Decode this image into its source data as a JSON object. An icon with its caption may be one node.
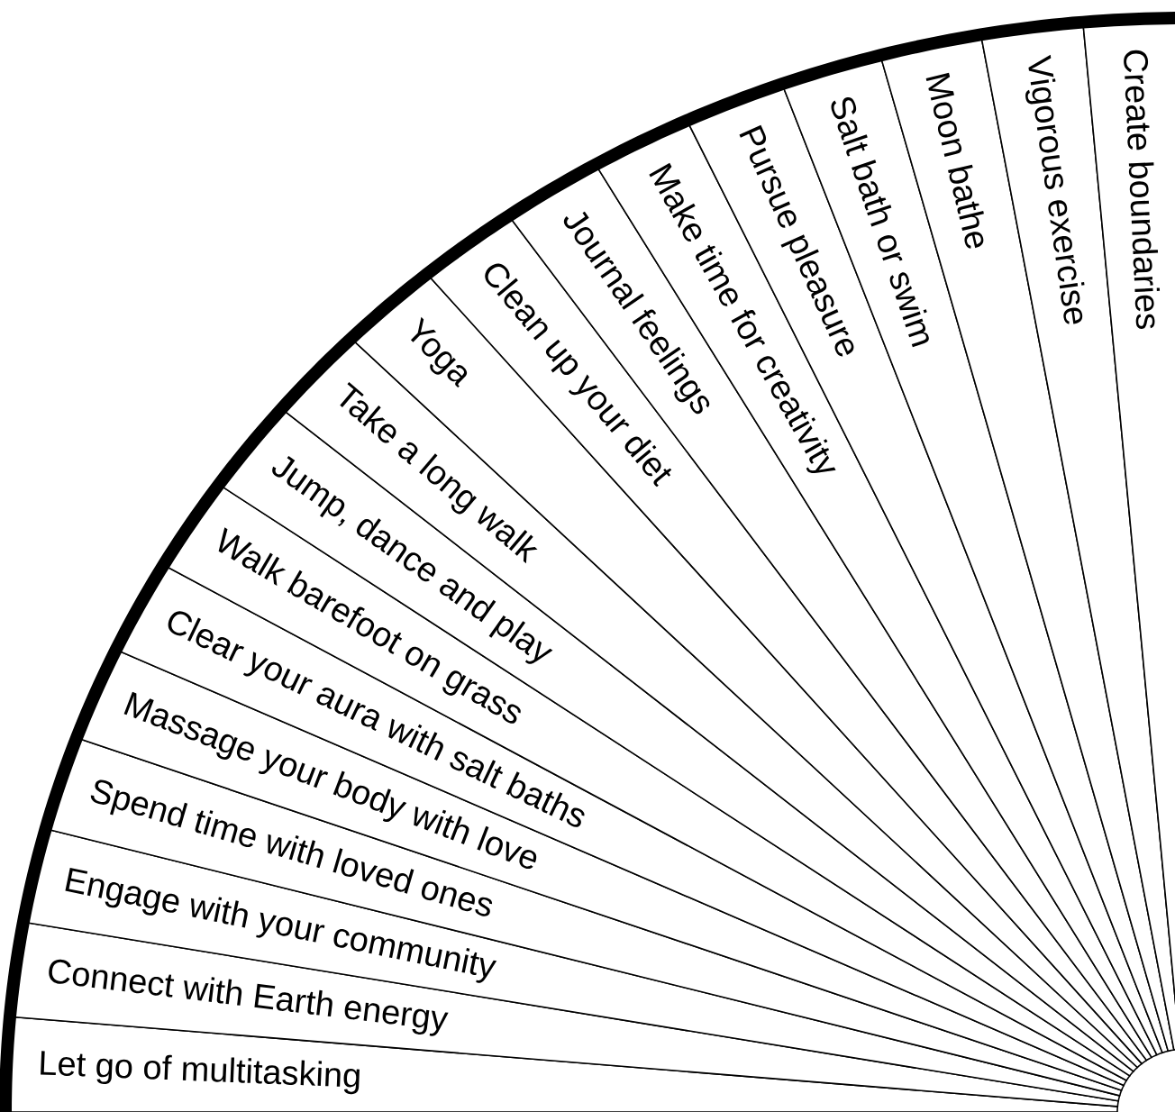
{
  "diagram": {
    "nodes": [
      {
        "text": [
          "Let go of multitasking"
        ]
      },
      {
        "text": [
          "Connect with Earth energy"
        ]
      },
      {
        "text": [
          "Engage with your community"
        ]
      },
      {
        "text": [
          "Spend time with loved ones"
        ]
      },
      {
        "text": [
          "Massage your body with love"
        ]
      },
      {
        "text": [
          "Clear your aura with salt baths"
        ]
      },
      {
        "text": [
          "Walk barefoot on grass"
        ]
      },
      {
        "text": [
          "Jump, dance and play"
        ]
      },
      {
        "text": [
          "Take a long walk"
        ]
      },
      {
        "text": [
          "Yoga"
        ]
      },
      {
        "text": [
          "Clean up your diet"
        ]
      },
      {
        "text": [
          "Journal feelings"
        ]
      },
      {
        "text": [
          "Make time for creativity"
        ]
      },
      {
        "text": [
          "Pursue pleasure"
        ]
      },
      {
        "text": [
          "Salt bath or swim"
        ]
      },
      {
        "text": [
          "Moon bathe"
        ]
      },
      {
        "text": [
          "Vigorous exercise"
        ]
      },
      {
        "text": [
          "Create boundaries"
        ]
      }
    ]
  }
}
